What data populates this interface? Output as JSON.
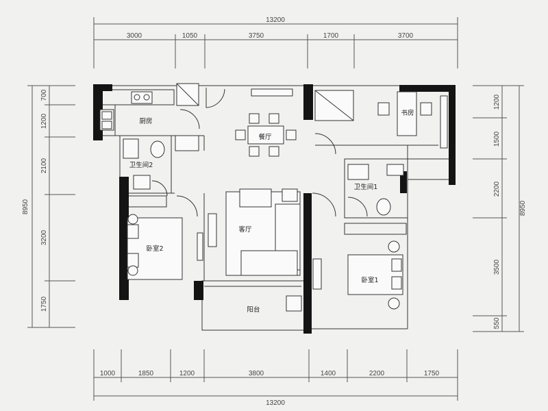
{
  "dimensions": {
    "top_total": "13200",
    "top_segments": [
      "3000",
      "1050",
      "3750",
      "1700",
      "3700"
    ],
    "bottom_total": "13200",
    "bottom_segments": [
      "1000",
      "1850",
      "1200",
      "3800",
      "1400",
      "2200",
      "1750"
    ],
    "left_total": "8950",
    "left_segments": [
      "700",
      "1200",
      "2100",
      "3200",
      "1750"
    ],
    "right_total": "8950",
    "right_segments": [
      "1200",
      "1500",
      "2200",
      "3500",
      "550"
    ]
  },
  "rooms": {
    "kitchen": "厨房",
    "dining": "餐厅",
    "study": "书房",
    "bath2": "卫生间2",
    "bath1": "卫生间1",
    "living": "客厅",
    "bedroom2": "卧室2",
    "bedroom1": "卧室1",
    "balcony": "阳台"
  },
  "colors": {
    "background": "#f1f1ef",
    "wall": "#141414",
    "line": "#333333"
  }
}
